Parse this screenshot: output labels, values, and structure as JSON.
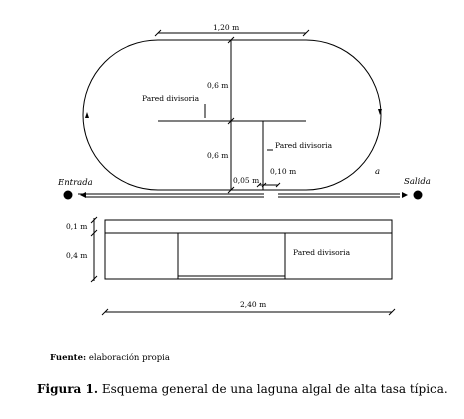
{
  "labels": {
    "width_top": "1,20 m",
    "height_upper": "0,6 m",
    "height_lower": "0,6 m",
    "wall_1": "Pared divisoria",
    "wall_2": "Pared divisoria",
    "wall_3": "Pared divisoria",
    "gap_005": "0,05 m",
    "gap_010": "0,10 m",
    "flow_a": "a",
    "inlet": "Entrada",
    "outlet": "Salida",
    "depth_freeboard": "0,1 m",
    "depth_water": "0,4 m",
    "length_total": "2,40 m"
  },
  "source": {
    "label": "Fuente:",
    "text": "elaboración propia"
  },
  "caption": {
    "label": "Figura 1.",
    "text": "Esquema general de una laguna algal de alta tasa típica."
  }
}
